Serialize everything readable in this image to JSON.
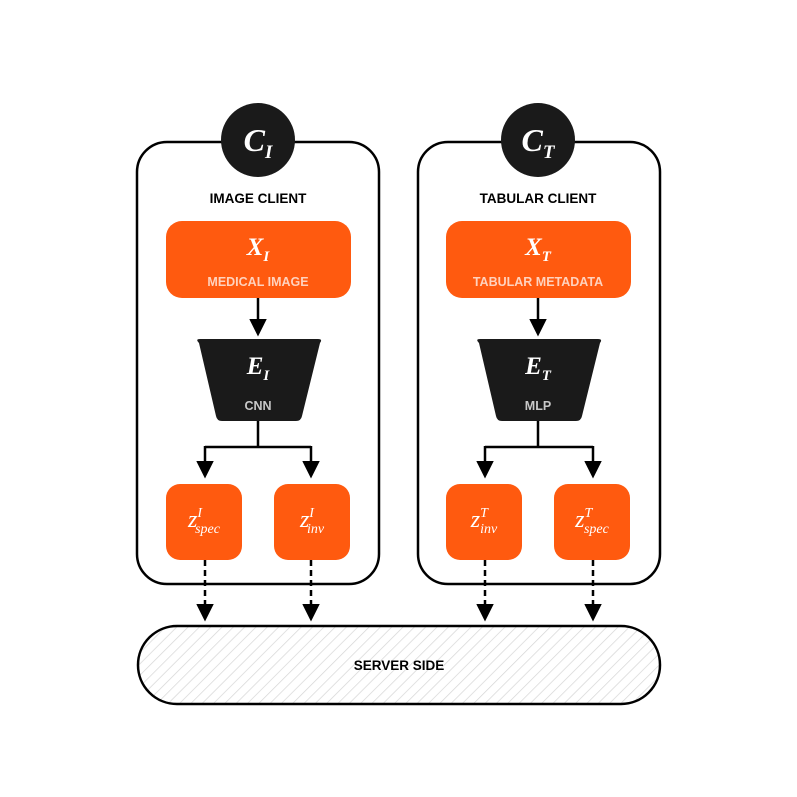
{
  "colors": {
    "accent": "#FF5A0F",
    "dark": "#1A1A1A",
    "white": "#FFFFFF",
    "enc_label": "#C8C8C8",
    "accent_label": "#FFD2BE",
    "hatch": "#D5D5D5"
  },
  "clients": [
    {
      "id": "image",
      "badge_main": "C",
      "badge_sub": "I",
      "title": "IMAGE CLIENT",
      "input_main": "X",
      "input_sub": "I",
      "input_label": "MEDICAL IMAGE",
      "encoder_main": "E",
      "encoder_sub": "I",
      "encoder_label": "CNN",
      "outputs": [
        {
          "main": "z",
          "sup": "I",
          "sub": "spec"
        },
        {
          "main": "z",
          "sup": "I",
          "sub": "inv"
        }
      ]
    },
    {
      "id": "tabular",
      "badge_main": "C",
      "badge_sub": "T",
      "title": "TABULAR CLIENT",
      "input_main": "X",
      "input_sub": "T",
      "input_label": "TABULAR METADATA",
      "encoder_main": "E",
      "encoder_sub": "T",
      "encoder_label": "MLP",
      "outputs": [
        {
          "main": "z",
          "sup": "T",
          "sub": "inv"
        },
        {
          "main": "z",
          "sup": "T",
          "sub": "spec"
        }
      ]
    }
  ],
  "server": {
    "label": "SERVER SIDE"
  }
}
